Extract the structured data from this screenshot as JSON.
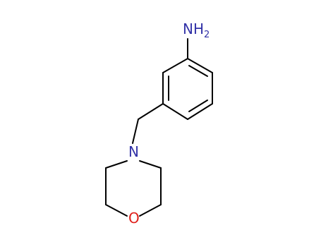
{
  "molecule": {
    "atoms": {
      "amine": {
        "label": "NH",
        "subscript": "2",
        "color": "#3333a8"
      },
      "ring_nitrogen": {
        "label": "N",
        "color": "#3333a8"
      },
      "ring_oxygen": {
        "label": "O",
        "color": "#e0201b"
      }
    },
    "bond_color": "#000000"
  }
}
